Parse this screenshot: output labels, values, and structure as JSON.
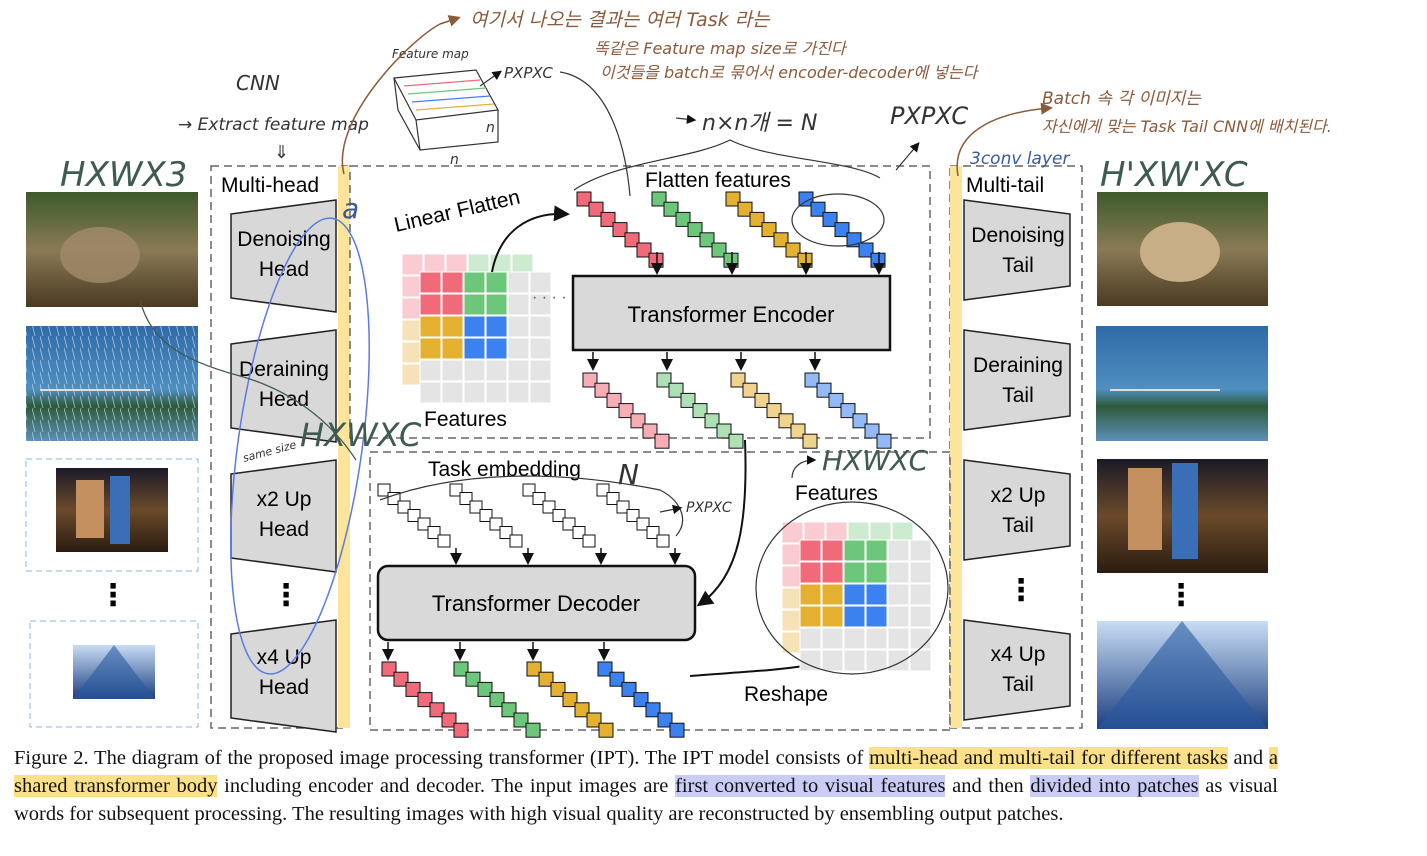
{
  "diagram": {
    "multi_head_label": "Multi-head",
    "multi_tail_label": "Multi-tail",
    "heads": [
      {
        "line1": "Denoising",
        "line2": "Head"
      },
      {
        "line1": "Deraining",
        "line2": "Head"
      },
      {
        "line1": "x2 Up",
        "line2": "Head"
      },
      {
        "line1": "x4 Up",
        "line2": "Head"
      }
    ],
    "tails": [
      {
        "line1": "Denoising",
        "line2": "Tail"
      },
      {
        "line1": "Deraining",
        "line2": "Tail"
      },
      {
        "line1": "x2 Up",
        "line2": "Tail"
      },
      {
        "line1": "x4 Up",
        "line2": "Tail"
      }
    ],
    "ellipsis": "⋮",
    "linear_flatten": "Linear Flatten",
    "flatten_features": "Flatten features",
    "features_label": "Features",
    "features_label_2": "Features",
    "encoder_label": "Transformer Encoder",
    "decoder_label": "Transformer Decoder",
    "task_embedding": "Task embedding",
    "reshape": "Reshape",
    "patch_colors": [
      "#f06a7a",
      "#6cc77a",
      "#e3b030",
      "#3b82f0"
    ],
    "handwritten": {
      "input_dims": "HXWX3",
      "cnn": "CNN",
      "extract": "→ Extract  feature map",
      "feature_map": "Feature map",
      "pxpxc_1": "PXPXC",
      "korean_1": "여기서 나오는 결과는 여러 Task 라는",
      "korean_2": "똑같은 Feature map size로 가진다",
      "korean_3": "이것들을 batch로 묶어서 encoder-decoder에 넣는다",
      "n_formula": "n×n개 = N",
      "pxpxc_2": "PXPXC",
      "korean_4": "Batch 속 각 이미지는",
      "korean_5": "자신에게 맞는 Task Tail CNN에 배치된다.",
      "conv_layer": "3conv layer",
      "output_dims": "H'XW'XC",
      "hxwxc_1": "HXWXC",
      "same_size": "same size",
      "n_decoder": "N",
      "pxpxc_3": "PXPXC",
      "hxwxc_2": "HXWXC",
      "circle_a1": "a",
      "circle_a2": "a"
    }
  },
  "caption": {
    "p1": "Figure 2. The diagram of the proposed image processing transformer (IPT). The IPT model consists of ",
    "h1": "multi-head and multi-tail for different tasks",
    "p2": " and ",
    "h2": "a shared transformer body",
    "p3": " including encoder and decoder. The input images are ",
    "h3": "first converted to visual features",
    "p4": " and then ",
    "h4": "divided into patches",
    "p5": " as visual words for subsequent processing. The resulting images with high visual quality are reconstructed by ensembling output patches."
  }
}
